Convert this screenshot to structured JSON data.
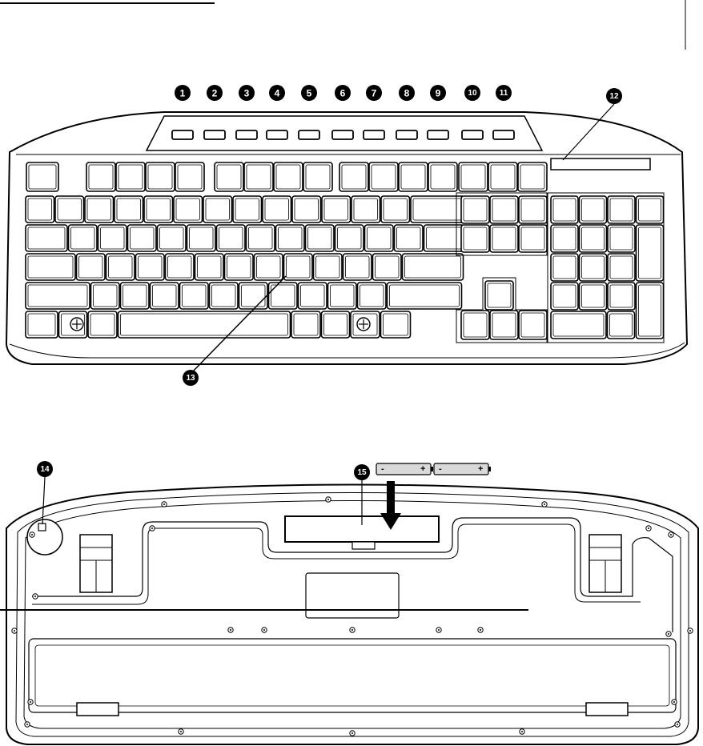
{
  "callouts": {
    "top_row": [
      "1",
      "2",
      "3",
      "4",
      "5",
      "6",
      "7",
      "8",
      "9",
      "10",
      "11"
    ],
    "lcd": "12",
    "keys": "13",
    "connect": "14",
    "battery": "15"
  },
  "battery": {
    "minus": "-",
    "plus": "+"
  },
  "colors": {
    "ink": "#000000",
    "paper": "#ffffff",
    "shade": "#d9d9d9"
  }
}
